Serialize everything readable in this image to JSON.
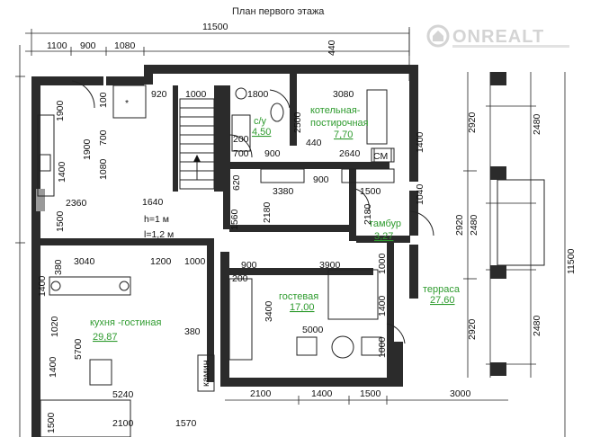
{
  "title": "План первого этажа",
  "watermark": "ONREALT",
  "colors": {
    "room_label": "#2e9b2e",
    "wall": "#2b2b2b",
    "line": "#222222"
  },
  "rooms": [
    {
      "name": "котельная-",
      "name2": "постирочная",
      "area": "7,70"
    },
    {
      "name": "с/у",
      "area": "4,50"
    },
    {
      "name": "тамбур",
      "area": "3,27"
    },
    {
      "name": "гостевая",
      "area": "17,00"
    },
    {
      "name": "терраса",
      "area": "27,60"
    },
    {
      "name": "кухня -гостиная",
      "area": "29,87"
    }
  ],
  "notes": {
    "h": "h=1 м",
    "l": "l=1,2 м",
    "cm": "СМ",
    "kamin": "камин"
  },
  "dimensions": {
    "top_total": "11500",
    "top": [
      "1100",
      "900",
      "1080",
      "440"
    ],
    "row2": [
      "920",
      "1000",
      "1800",
      "3080"
    ],
    "misc": [
      "200",
      "700",
      "900",
      "440",
      "2640",
      "1640",
      "3380",
      "900",
      "1500",
      "2360",
      "1200",
      "1000",
      "900",
      "3900",
      "200",
      "380",
      "3040",
      "5000",
      "380",
      "5240",
      "2100",
      "1570"
    ],
    "bottom": [
      "2100",
      "1400",
      "1500",
      "3000"
    ],
    "left": [
      "1900",
      "1900",
      "1400",
      "1500",
      "1400",
      "1020",
      "5700",
      "1400",
      "1500"
    ],
    "vert_misc": [
      "100",
      "700",
      "1080",
      "2500",
      "620",
      "2180",
      "1560",
      "2180",
      "3400",
      "1400",
      "1000",
      "1000",
      "1040",
      "1400"
    ],
    "right": [
      "2920",
      "2480",
      "2920",
      "2480",
      "2920",
      "2480",
      "11500"
    ]
  }
}
